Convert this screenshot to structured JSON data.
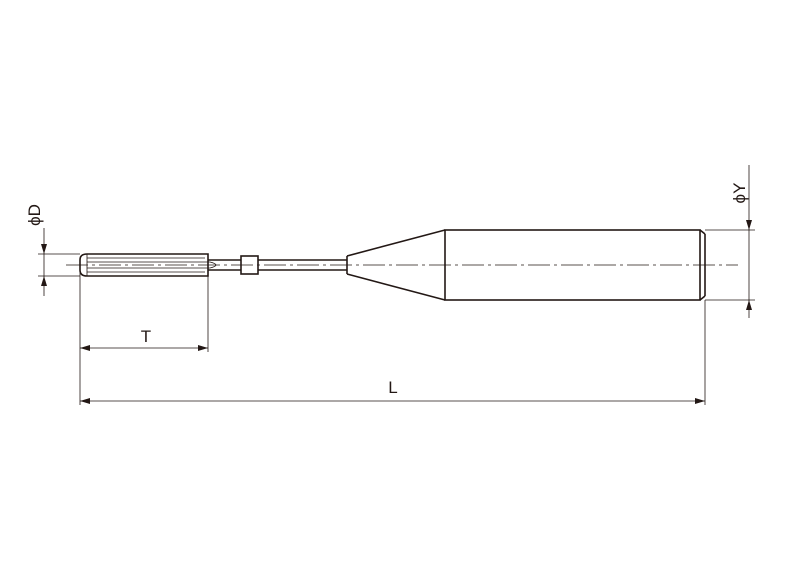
{
  "labels": {
    "diameter_d": "ϕD",
    "diameter_y": "ϕY",
    "thread_length": "T",
    "overall_length": "L"
  },
  "colors": {
    "line": "#231815",
    "background": "#ffffff"
  }
}
